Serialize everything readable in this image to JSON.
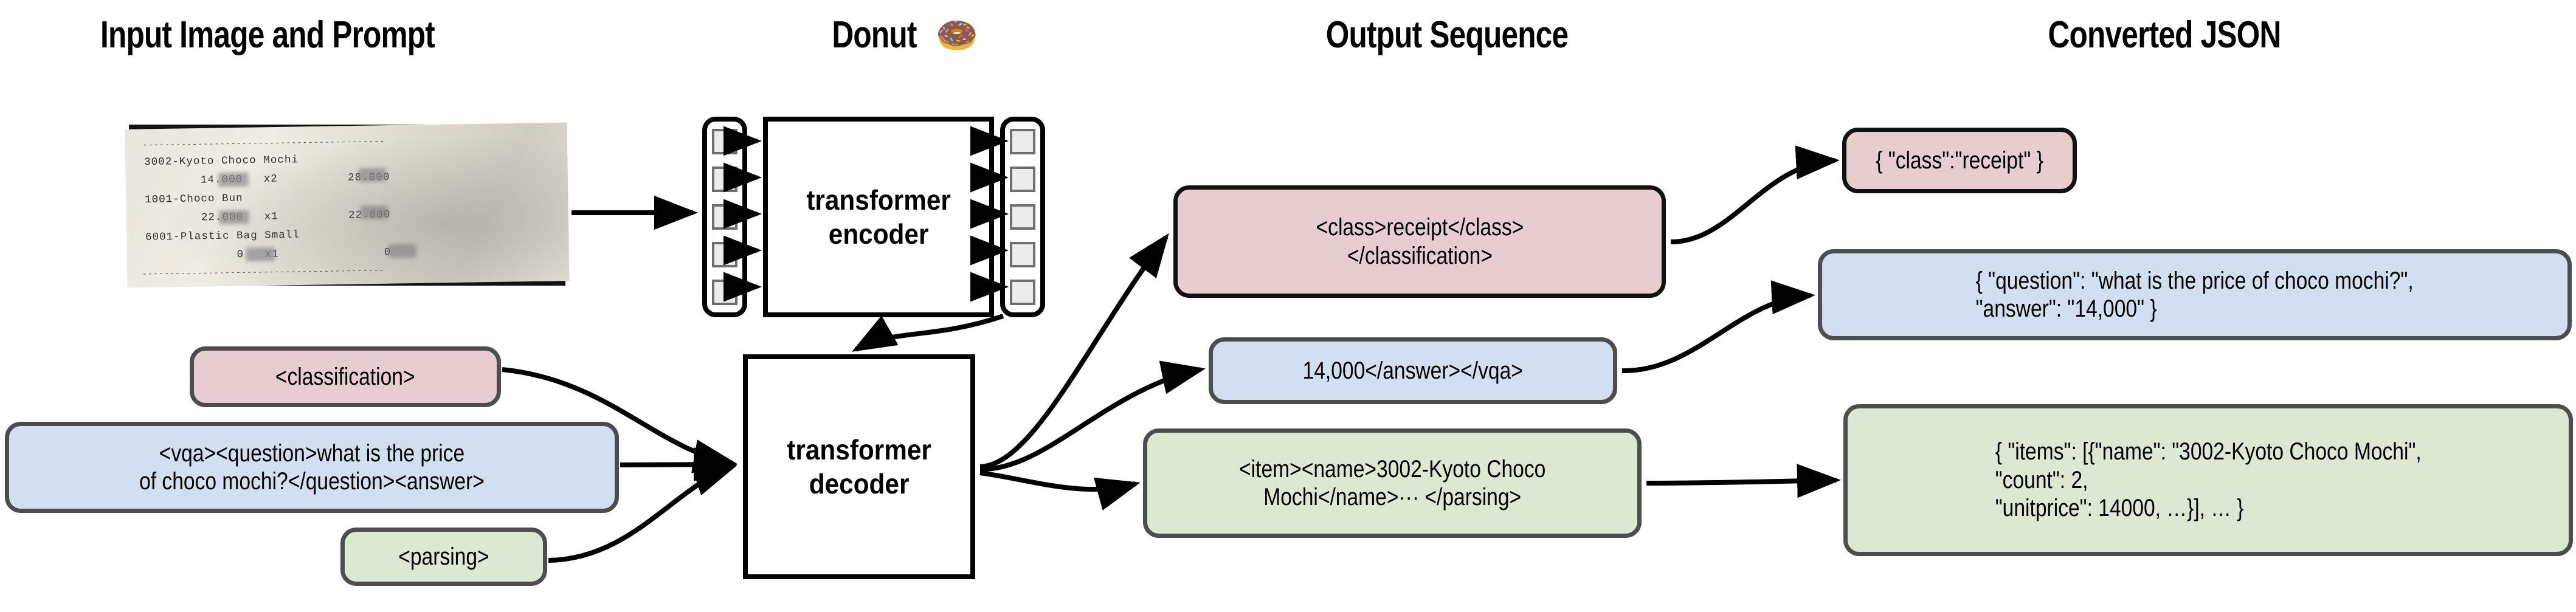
{
  "headers": [
    {
      "label": "Input Image and Prompt"
    },
    {
      "label": "Donut"
    },
    {
      "label": "Output Sequence"
    },
    {
      "label": "Converted JSON"
    }
  ],
  "donut_emoji": "🍩",
  "input_image": {
    "caption": "photo of a printed store receipt",
    "lines": [
      "3002-Kyoto Choco Mochi",
      "        14.000   x2          28.000",
      "1001-Choco Bun",
      "        22.000   x1          22.000",
      "6001-Plastic Bag Small",
      "             0   x1               0"
    ],
    "items": [
      {
        "name": "3002-Kyoto Choco Mochi",
        "unitprice": "14.000",
        "count": "x2",
        "price": "28.000"
      },
      {
        "name": "1001-Choco Bun",
        "unitprice": "22.000",
        "count": "x1",
        "price": "22.000"
      },
      {
        "name": "6001-Plastic Bag Small",
        "unitprice": "0",
        "count": "x1",
        "price": "0"
      }
    ]
  },
  "model": {
    "encoder_label": "transformer\nencoder",
    "decoder_label": "transformer\ndecoder",
    "encoder_input_tokens": 5,
    "encoder_output_tokens": 5
  },
  "prompts": [
    {
      "id": "classification",
      "text": "<classification>",
      "color": "#e8cdd0"
    },
    {
      "id": "vqa",
      "text": "<vqa><question>what is the price\nof choco mochi?</question><answer>",
      "color": "#d2dff0"
    },
    {
      "id": "parsing",
      "text": "<parsing>",
      "color": "#dde8d2"
    }
  ],
  "outputs": [
    {
      "id": "classification-output",
      "text": "<class>receipt</class>\n</classification>",
      "color": "#e8cdd0"
    },
    {
      "id": "vqa-output",
      "text": "14,000</answer></vqa>",
      "color": "#d2dff0"
    },
    {
      "id": "parsing-output",
      "text": "<item><name>3002-Kyoto Choco\nMochi</name>··· </parsing>",
      "color": "#dde8d2"
    }
  ],
  "json_results": [
    {
      "id": "classification-json",
      "text": "{ \"class\":\"receipt\" }",
      "color": "#e8cdd0"
    },
    {
      "id": "vqa-json",
      "text": "{ \"question\": \"what is the price of choco mochi?\",\n  \"answer\": \"14,000\" }",
      "color": "#d2dff0"
    },
    {
      "id": "parsing-json",
      "text": "{ \"items\": [{\"name\": \"3002-Kyoto Choco Mochi\",\n     \"count\": 2,\n     \"unitprice\": 14000, …}], … }",
      "color": "#dde8d2"
    }
  ],
  "colors": {
    "pink": "#e8cdd0",
    "blue": "#d2dff0",
    "green": "#dde8d2",
    "stroke_dark": "#111111",
    "stroke_gray": "#4d4d4d",
    "token_fill": "#ececec",
    "token_border": "#6f6f6f"
  }
}
